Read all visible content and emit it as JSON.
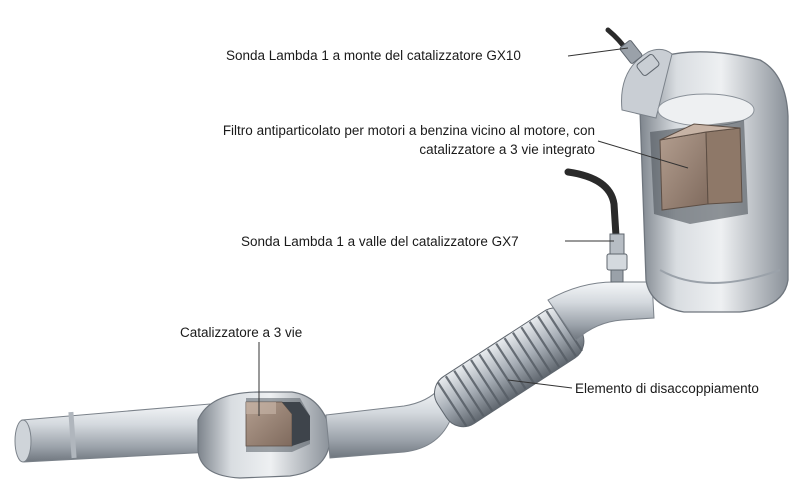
{
  "callouts": {
    "sensor_upstream": "Sonda Lambda 1 a monte del catalizzatore GX10",
    "filter_line1": "Filtro antiparticolato per motori a benzina vicino al motore, con",
    "filter_line2": "catalizzatore a 3 vie integrato",
    "sensor_downstream": "Sonda Lambda 1 a valle del catalizzatore GX7",
    "three_way_cat": "Catalizzatore a 3 vie",
    "decoupling": "Elemento di disaccoppiamento"
  },
  "colors": {
    "metal_light": "#e6e9ec",
    "metal_mid": "#b7bdc4",
    "metal_dark": "#6f767e",
    "substrate": "#9c8575",
    "cable": "#2a2a2a",
    "leader": "#333333"
  }
}
